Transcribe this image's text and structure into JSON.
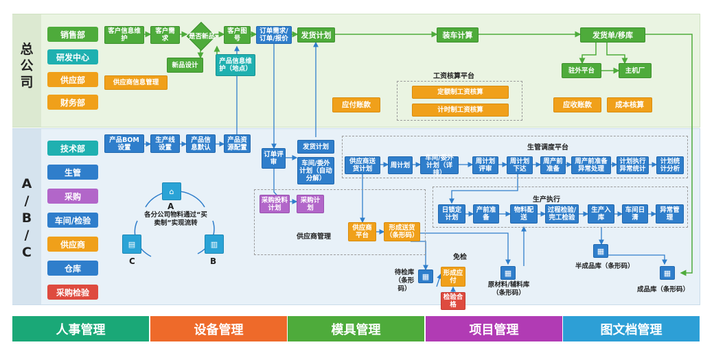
{
  "zones": {
    "top": "总\n公\n司",
    "mid": "A\n/\nB\n/\nC"
  },
  "side_top": [
    {
      "label": "销售部",
      "color": "#4eab3b"
    },
    {
      "label": "研发中心",
      "color": "#1fb0b0"
    },
    {
      "label": "供应部",
      "color": "#f0a01a"
    },
    {
      "label": "财务部",
      "color": "#f0a01a"
    }
  ],
  "side_mid": [
    {
      "label": "技术部",
      "color": "#1fb0b0"
    },
    {
      "label": "生管",
      "color": "#2f7ecb"
    },
    {
      "label": "采购",
      "color": "#b266c9"
    },
    {
      "label": "车间/检验",
      "color": "#2f7ecb"
    },
    {
      "label": "供应商",
      "color": "#f0a01a"
    },
    {
      "label": "仓库",
      "color": "#2f7ecb"
    },
    {
      "label": "采购检验",
      "color": "#de4b3f"
    }
  ],
  "top_flow": {
    "customer_info": "客户信息维护",
    "customer_demand": "客户需求",
    "is_new_product": "是否新品",
    "customer_drawing": "客户图号",
    "order_demand": "订单需求/订单/报价",
    "shipping_plan": "发货计划",
    "loading_calc": "装车计算",
    "shipping_note": "发货单/移库",
    "new_product_design": "新品设计",
    "product_info_maint": "产品信息维护（地点）",
    "resident_platform": "驻外平台",
    "oem": "主机厂",
    "supplier_info_mgmt": "供应商信息管理",
    "payable": "应付账款",
    "wage_platform_title": "工资核算平台",
    "quota_wage": "定额制工资核算",
    "piece_wage": "计时制工资核算",
    "receivable": "应收账款",
    "cost_accounting": "成本核算"
  },
  "mid_flow": {
    "bom": "产品BOM设置",
    "line_setup": "生产线设置",
    "product_default": "产品信息默认",
    "product_resource": "产品资源配置",
    "order_review": "订单评审",
    "shipping_plan2": "发货计划",
    "workshop_plan": "车间/委外计划（自动分解）",
    "dispatch_title": "生管调度平台",
    "supplier_delivery_plan": "供应商送货计划",
    "weekly_plan": "周计划",
    "workshop_weekly": "车间/委外计划（详排）",
    "weekly_review": "周计划评审",
    "weekly_issue": "周计划下达",
    "pre_week_prep": "周产前准备",
    "pre_week_exception": "周产前准备异常处理",
    "plan_exec_stats": "计划执行异常统计",
    "plan_stats_analysis": "计划统计分析",
    "exec_title": "生产执行",
    "daily_lock_plan": "日锁定计划",
    "pre_prod_prep": "产前准备",
    "material_dist": "物料配送",
    "process_inspection": "过程检验/完工检验",
    "prod_inbound": "生产入库",
    "workshop_daily": "车间日清",
    "exception_mgmt": "异常管理",
    "purchase_plan": "采购投料计划",
    "purchase_plan2": "采购计划",
    "supplier_mgmt": "供应商管理",
    "supplier_platform": "供应商平台",
    "delivery_barcode": "形成送货（条形码）",
    "pending_warehouse": "待检库（条形码）",
    "form_payable": "形成应付",
    "inspection_pass": "检验合格",
    "exempt": "免检",
    "raw_material": "原材料/辅料库（条形码）",
    "semi_product": "半成品库（条形码）",
    "finished_product": "成品库（条形码）"
  },
  "cycle": {
    "a": "A",
    "b": "B",
    "c": "C",
    "text": "各分公司物料通过“买卖制”实现流转"
  },
  "bottom_tabs": [
    {
      "label": "人事管理",
      "color": "#1aa877"
    },
    {
      "label": "设备管理",
      "color": "#ee6a2a"
    },
    {
      "label": "模具管理",
      "color": "#4eab3b"
    },
    {
      "label": "项目管理",
      "color": "#b13bb4"
    },
    {
      "label": "图文档管理",
      "color": "#2d9fd6"
    }
  ]
}
